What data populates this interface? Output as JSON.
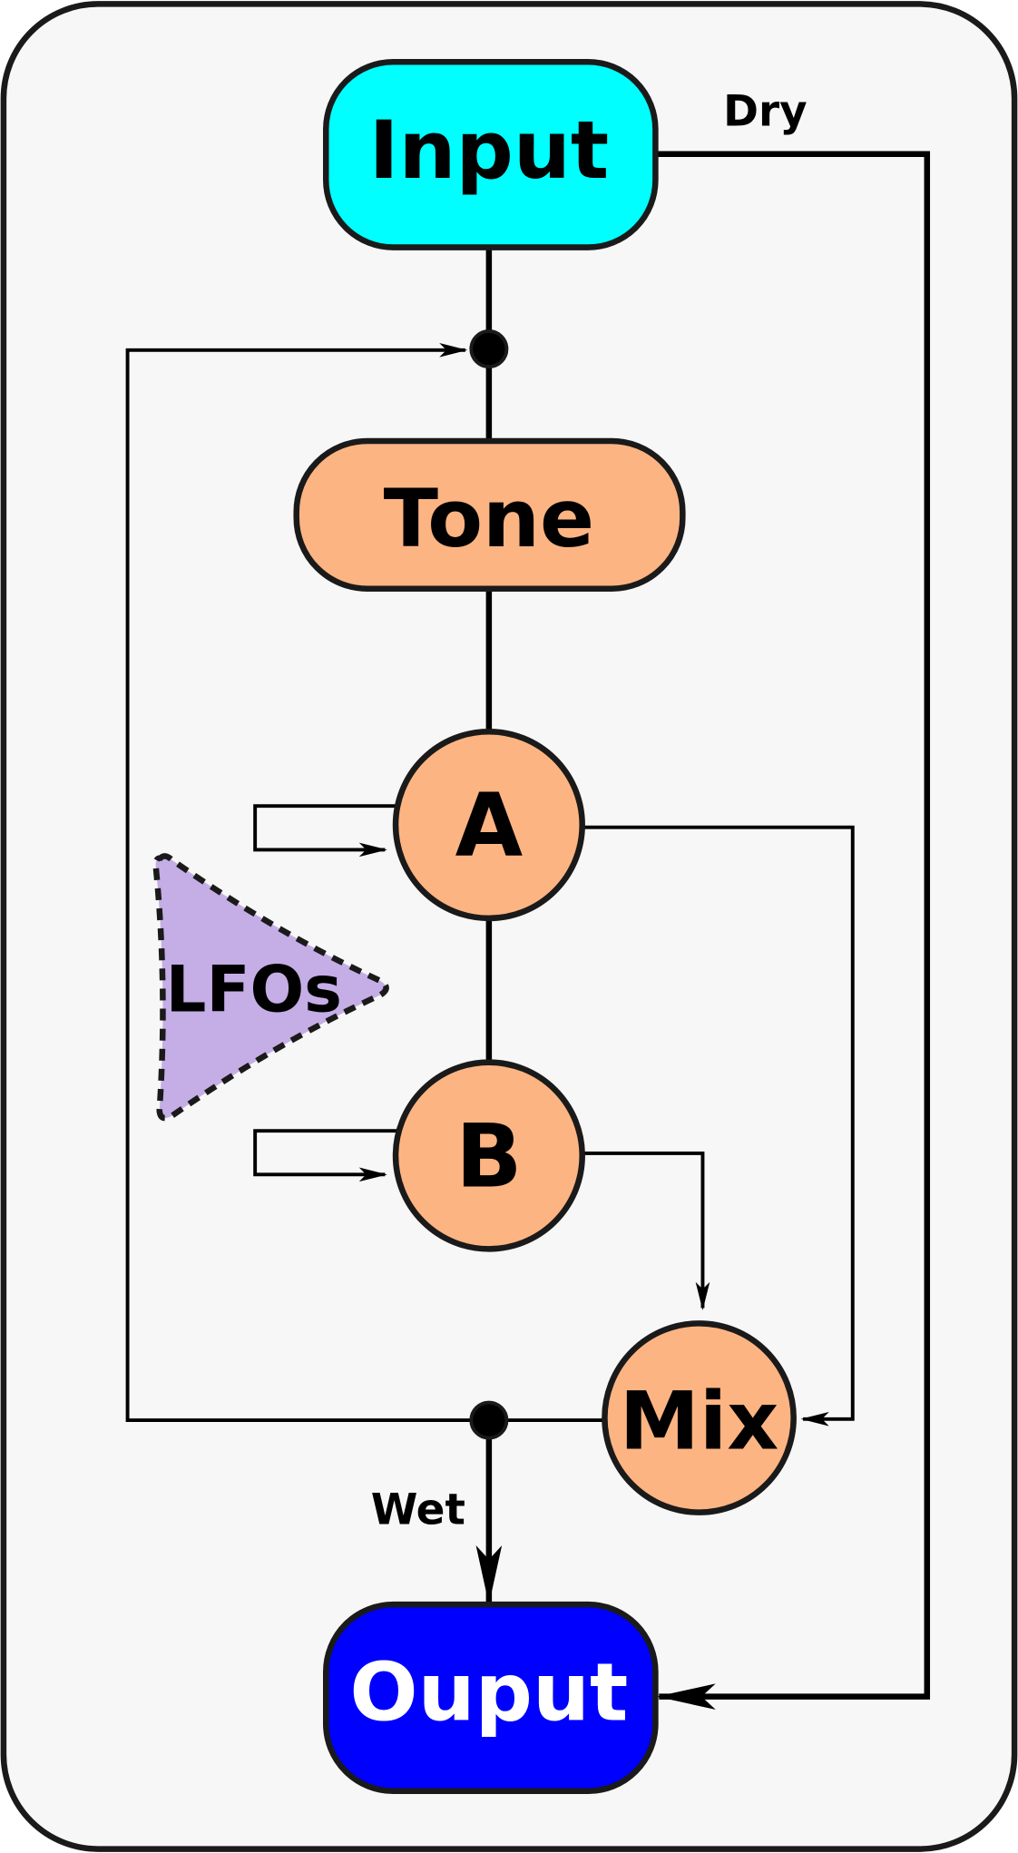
{
  "diagram": {
    "type": "signal-flow",
    "nodes": {
      "input": {
        "label": "Input",
        "fill": "#00FFFF",
        "text_color": "#000000"
      },
      "tone": {
        "label": "Tone",
        "fill": "#FDB483",
        "text_color": "#000000"
      },
      "a": {
        "label": "A",
        "fill": "#FDB483",
        "text_color": "#000000"
      },
      "b": {
        "label": "B",
        "fill": "#FDB483",
        "text_color": "#000000"
      },
      "mix": {
        "label": "Mix",
        "fill": "#FDB483",
        "text_color": "#000000"
      },
      "output": {
        "label": "Ouput",
        "fill": "#0000FF",
        "text_color": "#FFFFFF"
      },
      "lfos": {
        "label": "LFOs",
        "fill": "#C5ADE6",
        "text_color": "#000000"
      }
    },
    "edge_labels": {
      "dry": "Dry",
      "wet": "Wet"
    },
    "edges": [
      {
        "from": "Input",
        "to": "Tone",
        "via": "junction-top"
      },
      {
        "from": "Tone",
        "to": "A"
      },
      {
        "from": "A",
        "to": "B"
      },
      {
        "from": "A",
        "to": "A",
        "kind": "self-loop"
      },
      {
        "from": "B",
        "to": "B",
        "kind": "self-loop"
      },
      {
        "from": "A",
        "to": "Mix"
      },
      {
        "from": "B",
        "to": "Mix"
      },
      {
        "from": "Mix",
        "to": "junction-bottom"
      },
      {
        "from": "junction-bottom",
        "to": "junction-top",
        "kind": "feedback"
      },
      {
        "from": "junction-bottom",
        "to": "Ouput",
        "label": "Wet"
      },
      {
        "from": "Input",
        "to": "Ouput",
        "label": "Dry"
      }
    ],
    "background": "#F7F7F7",
    "stroke": "#1A1A1A"
  }
}
